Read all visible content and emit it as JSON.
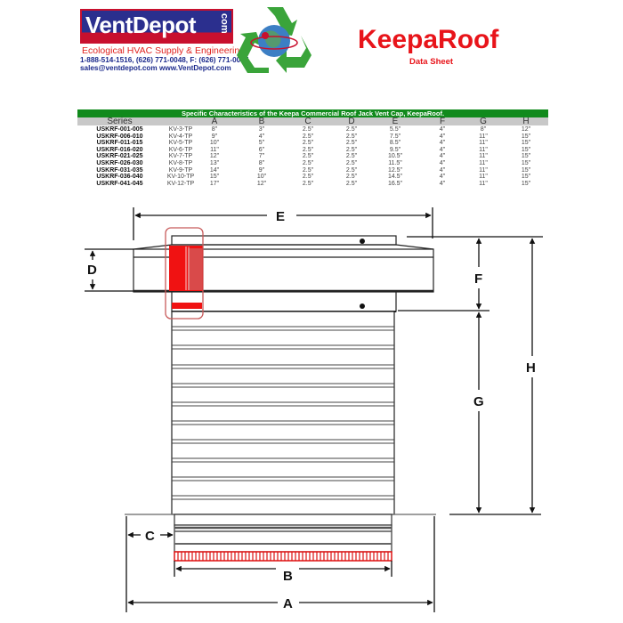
{
  "header": {
    "logo": {
      "brand": "VentDepot",
      "tld": "com",
      "tagline": "Ecological HVAC Supply & Engineering",
      "phones": "1-888-514-1516, (626) 771-0048, F: (626) 771-0047",
      "emails": "sales@ventdepot.com  www.VentDepot.com",
      "icon": "recycle-globe-icon",
      "colors": {
        "navy": "#2b2f8e",
        "red": "#c8102e",
        "green": "#3aa43a"
      }
    },
    "title": "KeepaRoof",
    "subtitle": "Data Sheet",
    "title_color": "#e8141a"
  },
  "table": {
    "caption": "Specific Characteristics of the Keepa Commercial Roof Jack Vent Cap, KeepaRoof.",
    "caption_bg": "#118a1c",
    "columns": [
      "Series",
      "",
      "A",
      "B",
      "C",
      "D",
      "E",
      "F",
      "G",
      "H"
    ],
    "rows": [
      [
        "USKRF-001-005",
        "KV-3-TP",
        "8\"",
        "3\"",
        "2.5\"",
        "2.5\"",
        "5.5\"",
        "4\"",
        "8\"",
        "12\""
      ],
      [
        "USKRF-006-010",
        "KV-4-TP",
        "9\"",
        "4\"",
        "2.5\"",
        "2.5\"",
        "7.5\"",
        "4\"",
        "11\"",
        "15\""
      ],
      [
        "USKRF-011-015",
        "KV-5-TP",
        "10\"",
        "5\"",
        "2.5\"",
        "2.5\"",
        "8.5\"",
        "4\"",
        "11\"",
        "15\""
      ],
      [
        "USKRF-016-020",
        "KV-6-TP",
        "11\"",
        "6\"",
        "2.5\"",
        "2.5\"",
        "9.5\"",
        "4\"",
        "11\"",
        "15\""
      ],
      [
        "USKRF-021-025",
        "KV-7-TP",
        "12\"",
        "7\"",
        "2.5\"",
        "2.5\"",
        "10.5\"",
        "4\"",
        "11\"",
        "15\""
      ],
      [
        "USKRF-026-030",
        "KV-8-TP",
        "13\"",
        "8\"",
        "2.5\"",
        "2.5\"",
        "11.5\"",
        "4\"",
        "11\"",
        "15\""
      ],
      [
        "USKRF-031-035",
        "KV-9-TP",
        "14\"",
        "9\"",
        "2.5\"",
        "2.5\"",
        "12.5\"",
        "4\"",
        "11\"",
        "15\""
      ],
      [
        "USKRF-036-040",
        "KV-10-TP",
        "15\"",
        "10\"",
        "2.5\"",
        "2.5\"",
        "14.5\"",
        "4\"",
        "11\"",
        "15\""
      ],
      [
        "USKRF-041-045",
        "KV-12-TP",
        "17\"",
        "12\"",
        "2.5\"",
        "2.5\"",
        "16.5\"",
        "4\"",
        "11\"",
        "15\""
      ]
    ]
  },
  "diagram": {
    "labels": {
      "A": "A",
      "B": "B",
      "C": "C",
      "D": "D",
      "E": "E",
      "F": "F",
      "G": "G",
      "H": "H"
    },
    "accent_color": "#e8141a"
  }
}
